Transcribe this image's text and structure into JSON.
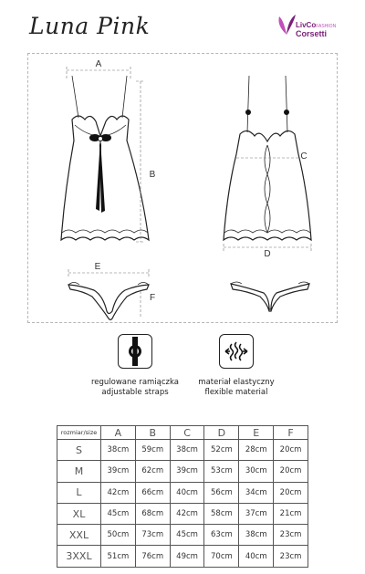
{
  "header": {
    "title": "Luna Pink",
    "logo": {
      "line1": "LivCo",
      "line1_sub": "FASHION",
      "line2": "Corsetti",
      "color": "#7a1f78"
    }
  },
  "diagram": {
    "labels": {
      "A": "A",
      "B": "B",
      "C": "C",
      "D": "D",
      "E": "E",
      "F": "F"
    }
  },
  "features": [
    {
      "icon": "adjustable-strap-icon",
      "line1": "regulowane ramiączka",
      "line2": "adjustable straps"
    },
    {
      "icon": "elastic-material-icon",
      "line1": "materiał elastyczny",
      "line2": "flexible material"
    }
  ],
  "size_table": {
    "corner": "rozmiar/size",
    "columns": [
      "A",
      "B",
      "C",
      "D",
      "E",
      "F"
    ],
    "rows": [
      {
        "size": "S",
        "values": [
          "38cm",
          "59cm",
          "38cm",
          "52cm",
          "28cm",
          "20cm"
        ]
      },
      {
        "size": "M",
        "values": [
          "39cm",
          "62cm",
          "39cm",
          "53cm",
          "30cm",
          "20cm"
        ]
      },
      {
        "size": "L",
        "values": [
          "42cm",
          "66cm",
          "40cm",
          "56cm",
          "34cm",
          "20cm"
        ]
      },
      {
        "size": "XL",
        "values": [
          "45cm",
          "68cm",
          "42cm",
          "58cm",
          "37cm",
          "21cm"
        ]
      },
      {
        "size": "XXL",
        "values": [
          "50cm",
          "73cm",
          "45cm",
          "63cm",
          "38cm",
          "23cm"
        ]
      },
      {
        "size": "3XXL",
        "values": [
          "51cm",
          "76cm",
          "49cm",
          "70cm",
          "40cm",
          "23cm"
        ]
      }
    ]
  }
}
